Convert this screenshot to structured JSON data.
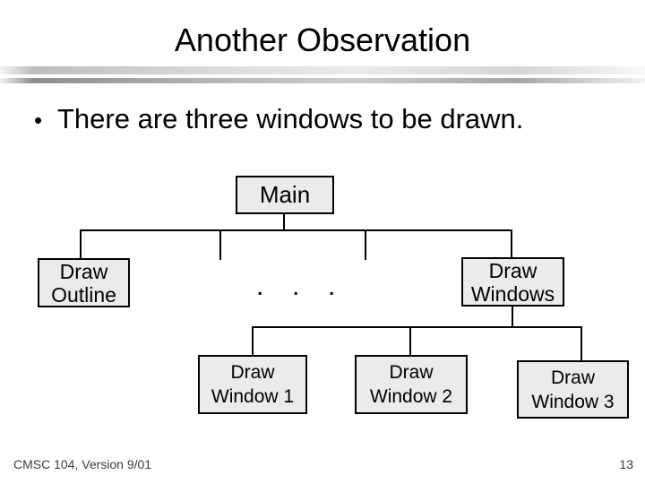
{
  "slide": {
    "title": "Another Observation",
    "bullet_marker": "•",
    "bullet": "There are three windows to be drawn.",
    "ellipsis": ".  .  .",
    "footer_left": "CMSC 104, Version 9/01",
    "page_number": "13"
  },
  "diagram": {
    "type": "tree",
    "nodes": {
      "main": {
        "label": "Main"
      },
      "draw_outline": {
        "line1": "Draw",
        "line2": "Outline"
      },
      "draw_windows": {
        "line1": "Draw",
        "line2": "Windows"
      },
      "draw_window_1": {
        "line1": "Draw",
        "line2": "Window 1"
      },
      "draw_window_2": {
        "line1": "Draw",
        "line2": "Window 2"
      },
      "draw_window_3": {
        "line1": "Draw",
        "line2": "Window 3"
      }
    },
    "edges": [
      "Main -> Draw Outline",
      "Main -> ...",
      "Main -> Draw Windows",
      "Draw Windows -> Draw Window 1",
      "Draw Windows -> Draw Window 2",
      "Draw Windows -> Draw Window 3"
    ]
  },
  "colors": {
    "background": "#ffffff",
    "text": "#000000",
    "node_fill": "#ebebeb",
    "node_border": "#000000",
    "rule_gray_light": "#dcdcdc",
    "rule_gray_dark": "#8e8e8e",
    "footer_text": "#3d3d3d"
  }
}
